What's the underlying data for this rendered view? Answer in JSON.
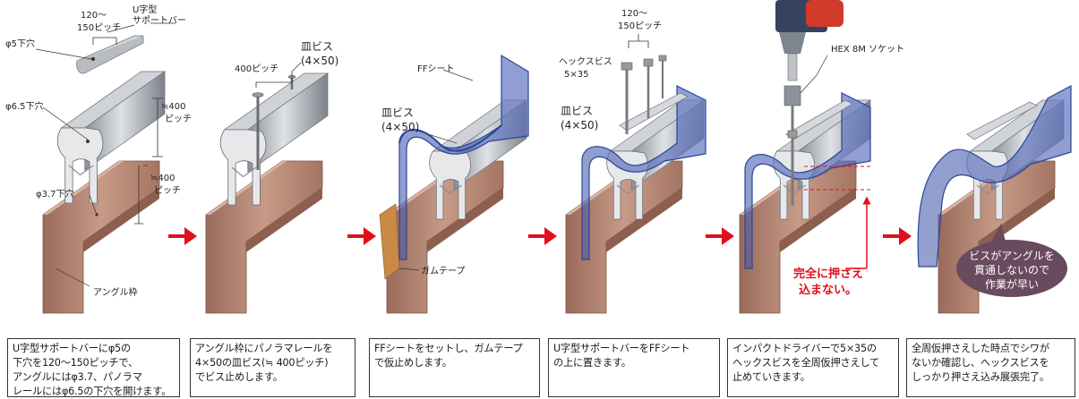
{
  "colors": {
    "rail": "#a9adb2",
    "rail_dark": "#7b8087",
    "angle": "#b98a78",
    "angle_dark": "#8f6454",
    "sheet": "#5a6fb8",
    "tape": "#c88a45",
    "arrow": "#e10f1b",
    "callout_text": "#e10f1b",
    "bubble": "#6a4a5e"
  },
  "step1": {
    "pitch_label": "120～\n150ピッチ",
    "support_bar_label": "U字型\nサポートバー",
    "hole5_label": "φ5下穴",
    "hole65_label": "φ6.5下穴",
    "pitch400a_label": "≒400\nピッチ",
    "pitch400b_label": "≒400\nピッチ",
    "hole37_label": "φ3.7下穴",
    "angle_label": "アングル枠"
  },
  "step2": {
    "pitch400_label": "400ピッチ",
    "screw_label": "皿ビス\n(4×50)"
  },
  "step3": {
    "ff_label": "FFシート",
    "screw_label": "皿ビス\n(4×50)",
    "tape_label": "ガムテープ"
  },
  "step4": {
    "pitch_label": "120～\n150ピッチ",
    "hex_label": "ヘックスビス\n5×35",
    "screw_label": "皿ビス\n(4×50)"
  },
  "step5": {
    "socket_label": "HEX 8M ソケット",
    "callout": "完全に押さえ\n込まない。"
  },
  "step6": {
    "bubble": "ビスがアングルを\n貫通しないので\n作業が早い"
  },
  "captions": [
    "U字型サポートバーにφ5の\n下穴を120～150ピッチで、\nアングルにはφ3.7、パノラマ\nレールにはφ6.5の下穴を開けます。",
    "アングル枠にパノラマレールを\n4×50の皿ビス(≒ 400ピッチ)\nでビス止めします。",
    "FFシートをセットし、ガムテープ\nで仮止めします。",
    "U字型サポートバーをFFシート\nの上に置きます。",
    "インパクトドライバーで5×35の\nヘックスビスを全周仮押さえして\n止めていきます。",
    "全周仮押さえした時点でシワが\nないか確認し、ヘックスビスを\nしっかり押さえ込み展張完了。"
  ]
}
